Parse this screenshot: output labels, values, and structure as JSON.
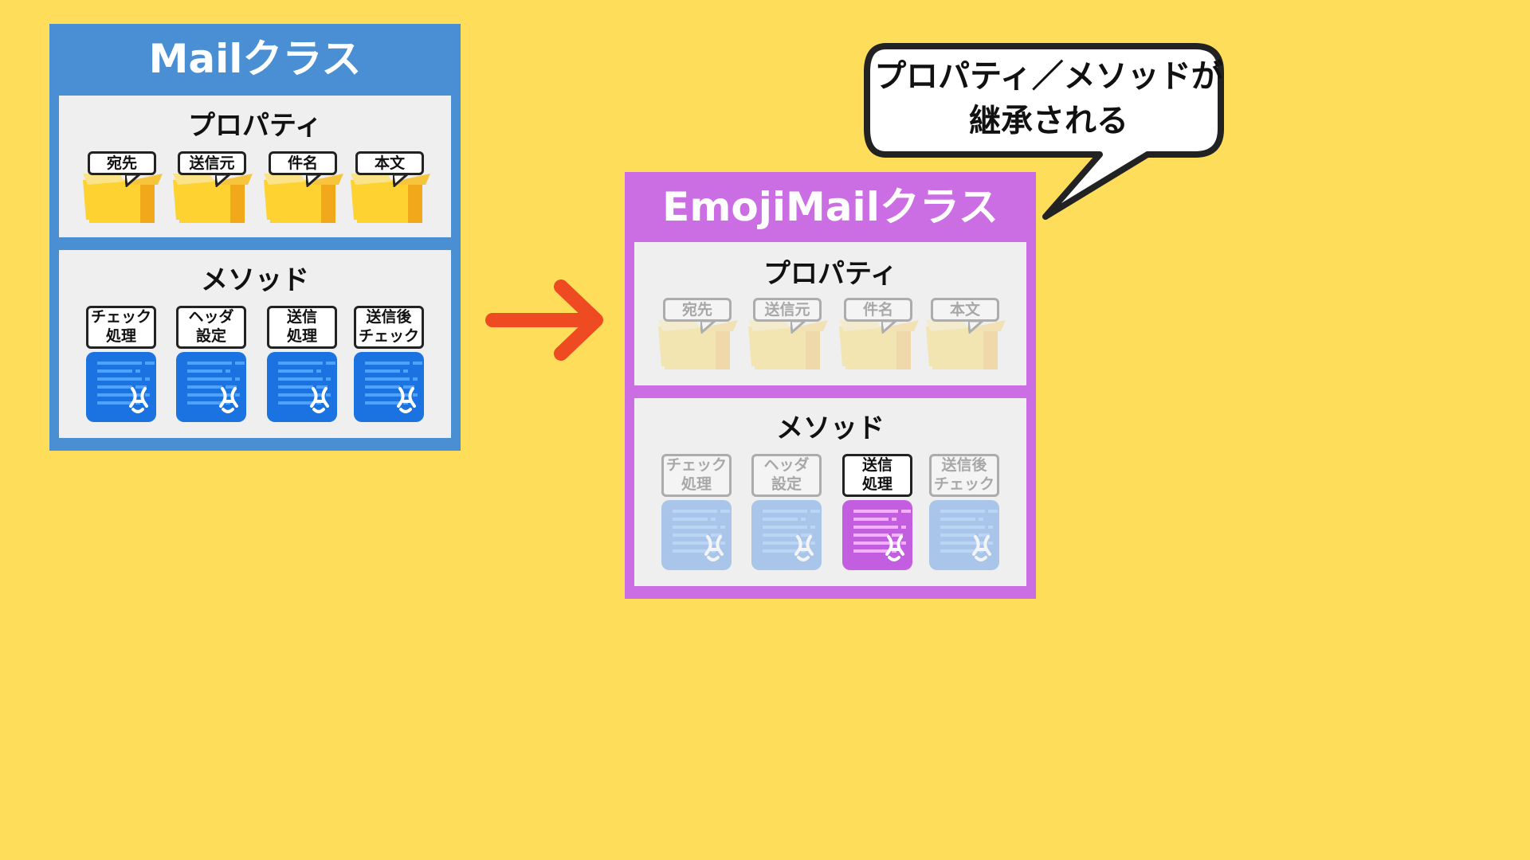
{
  "mail_class": {
    "title": "Mailクラス",
    "properties_title": "プロパティ",
    "properties": [
      "宛先",
      "送信元",
      "件名",
      "本文"
    ],
    "methods_title": "メソッド",
    "methods": [
      "チェック\n処理",
      "ヘッダ\n設定",
      "送信\n処理",
      "送信後\nチェック"
    ],
    "color": "#4a8fd4"
  },
  "emojimail_class": {
    "title": "EmojiMailクラス",
    "properties_title": "プロパティ",
    "properties": [
      "宛先",
      "送信元",
      "件名",
      "本文"
    ],
    "methods_title": "メソッド",
    "methods": [
      "チェック\n処理",
      "ヘッダ\n設定",
      "送信\n処理",
      "送信後\nチェック"
    ],
    "overridden_method": "送信\n処理",
    "color": "#cc6ee3"
  },
  "callout": {
    "line1": "プロパティ／メソッドが",
    "line2": "継承される"
  },
  "colors": {
    "background": "#fedd5a",
    "arrow": "#ee4b22",
    "method_icon_blue": "#1a73e0",
    "method_icon_purple": "#c45ee0",
    "box_yellow": "#fdd231"
  },
  "icons": {
    "property": "cardboard-box-icon",
    "method": "code-document-icon",
    "arrow": "right-arrow-icon"
  }
}
